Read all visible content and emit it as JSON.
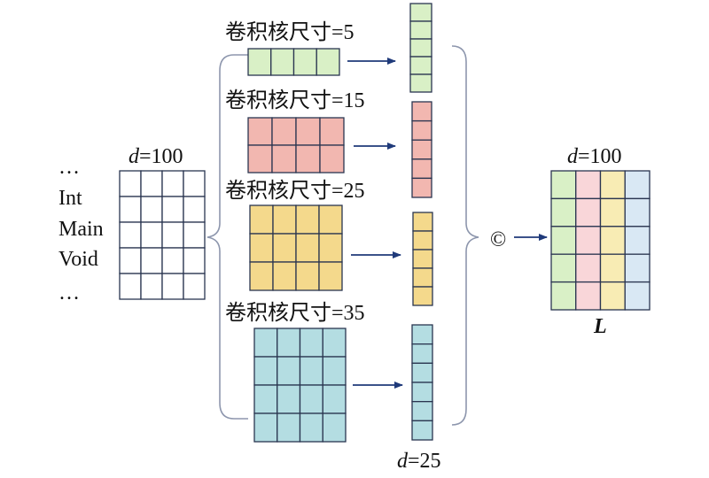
{
  "input": {
    "tokens": [
      "…",
      "Int",
      "Main",
      "Void",
      "…"
    ],
    "dim_label": {
      "var": "d",
      "value": "=100"
    }
  },
  "kernels": [
    {
      "label": "卷积核尺寸=5",
      "color": "#d9f0c6"
    },
    {
      "label": "卷积核尺寸=15",
      "color": "#f2b7b0"
    },
    {
      "label": "卷积核尺寸=25",
      "color": "#f4d98c"
    },
    {
      "label": "卷积核尺寸=35",
      "color": "#b4dde2"
    }
  ],
  "feature_dim_label": {
    "var": "d",
    "value": "=25"
  },
  "concat_symbol": "©",
  "output": {
    "dim_label": {
      "var": "d",
      "value": "=100"
    },
    "name": "L",
    "column_colors": [
      "#d9f0c6",
      "#f9d6d9",
      "#f8ecb4",
      "#d9e8f4"
    ]
  },
  "colors": {
    "arrow": "#1f3a7a",
    "grid_line": "#2a3550",
    "bracket": "#8d96ad"
  }
}
